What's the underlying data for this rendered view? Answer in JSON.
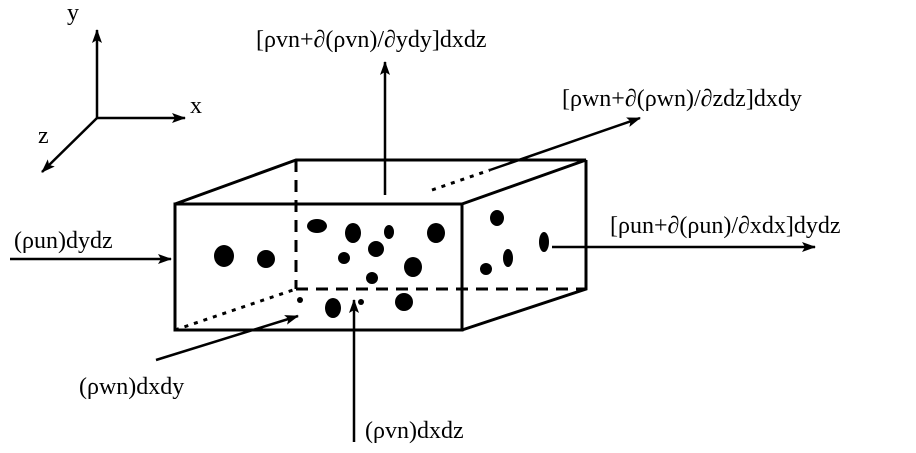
{
  "axes": {
    "x_label": "x",
    "y_label": "y",
    "z_label": "z"
  },
  "fluxes": {
    "top_out": "[ρvn+∂(ρvn)/∂ydy]dxdz",
    "back_out": "[ρwn+∂(ρwn)/∂zdz]dxdy",
    "left_in": "(ρun)dydz",
    "right_out": "[ρun+∂(ρun)/∂xdx]dydz",
    "front_in": "(ρwn)dxdy",
    "bottom_in": "(ρvn)dxdz"
  },
  "colors": {
    "ink": "#000000",
    "background": "#ffffff"
  }
}
